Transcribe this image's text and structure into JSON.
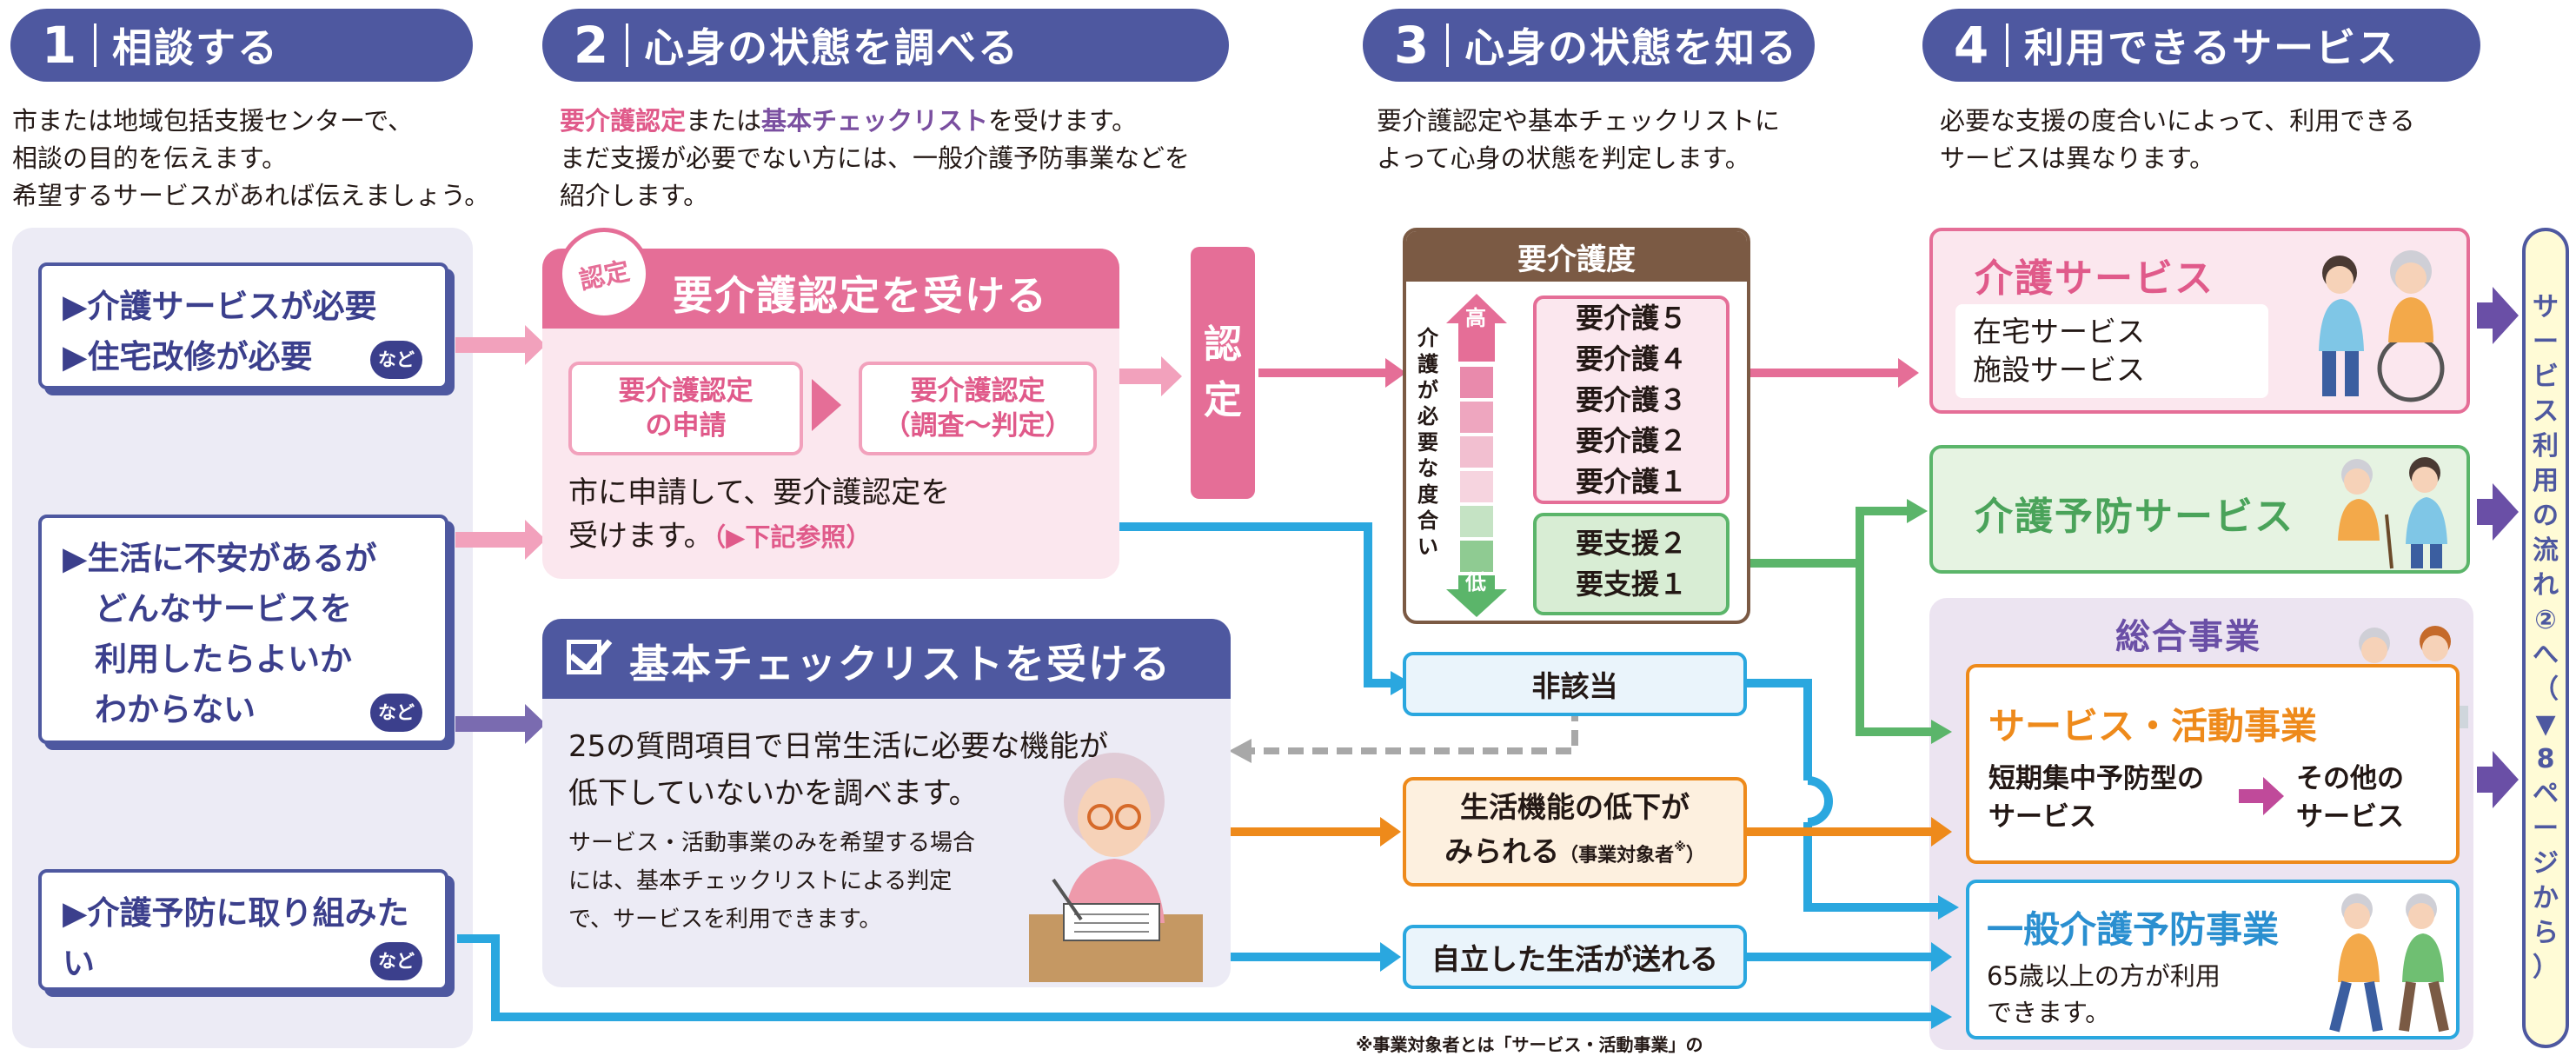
{
  "steps": [
    {
      "num": "1",
      "title": "相談する",
      "desc": [
        "市または地域包括支援センターで、",
        "相談の目的を伝えます。",
        "希望するサービスがあれば伝えましょう。"
      ]
    },
    {
      "num": "2",
      "title": "心身の状態を調べる",
      "desc_line1_a": "要介護認定",
      "desc_line1_b": "または",
      "desc_line1_c": "基本チェックリスト",
      "desc_line1_d": "を受けます。",
      "desc": [
        "まだ支援が必要でない方には、一般介護予防事業などを",
        "紹介します。"
      ]
    },
    {
      "num": "3",
      "title": "心身の状態を知る",
      "desc": [
        "要介護認定や基本チェックリストに",
        "よって心身の状態を判定します。"
      ]
    },
    {
      "num": "4",
      "title": "利用できるサービス",
      "desc": [
        "必要な支援の度合いによって、利用できる",
        "サービスは異なります。"
      ]
    }
  ],
  "needs": {
    "box1": [
      "▶介護サービスが必要",
      "▶住宅改修が必要"
    ],
    "box2": [
      "▶生活に不安があるが",
      "　どんなサービスを",
      "　利用したらよいか",
      "　わからない"
    ],
    "box3": [
      "▶介護予防に取り組みたい"
    ],
    "etc": "など"
  },
  "nintei": {
    "badge": "認定",
    "title": "要介護認定を受ける",
    "step_a": [
      "要介護認定",
      "の申請"
    ],
    "step_b": [
      "要介護認定",
      "（調査～判定）"
    ],
    "text_line1": "市に申請して、要介護認定を",
    "text_line2": "受けます。",
    "ref": "（▶下記参照）"
  },
  "nintei_bar": {
    "chars": [
      "認",
      "定"
    ]
  },
  "checklist": {
    "title": "基本チェックリストを受ける",
    "text": [
      "25の質問項目で日常生活に必要な機能が",
      "低下していないかを調べます。"
    ],
    "note": [
      "サービス・活動事業のみを希望する場合",
      "には、基本チェックリストによる判定",
      "で、サービスを利用できます。"
    ]
  },
  "care_level": {
    "title": "要介護度",
    "scale_high": "高",
    "scale_low": "低",
    "scale_label": [
      "介",
      "護",
      "が",
      "必",
      "要",
      "な",
      "度",
      "合",
      "い"
    ],
    "kaigo": [
      "要介護５",
      "要介護４",
      "要介護３",
      "要介護２",
      "要介護１"
    ],
    "shien": [
      "要支援２",
      "要支援１"
    ]
  },
  "results": {
    "hiten": "非該当",
    "decline_main": "生活機能の低下が",
    "decline_sub_a": "みられる",
    "decline_sub_b": "（事業対象者",
    "decline_mark": "※",
    "decline_close": "）",
    "independent": "自立した生活が送れる"
  },
  "services": {
    "kaigo": {
      "title": "介護サービス",
      "items": [
        "在宅サービス",
        "施設サービス"
      ]
    },
    "yobo": {
      "title": "介護予防サービス"
    },
    "sogo": {
      "title": "総合事業"
    },
    "katsudo": {
      "title": "サービス・活動事業",
      "from": [
        "短期集中予防型の",
        "サービス"
      ],
      "to": [
        "その他の",
        "サービス"
      ]
    },
    "ippan": {
      "title": "一般介護予防事業",
      "text": [
        "65歳以上の方が利用",
        "できます。"
      ]
    }
  },
  "side_tab": {
    "chars": [
      "サ",
      "ー",
      "ビ",
      "ス",
      "利",
      "用",
      "の",
      "流",
      "れ",
      "②",
      "へ",
      "（",
      "▼",
      "8",
      "ペ",
      "ー",
      "ジ",
      "か",
      "ら",
      "）"
    ]
  },
  "footnote": "※事業対象者とは「サービス・活動事業」の",
  "colors": {
    "navy": "#4e58a0",
    "pink": "#e56e97",
    "green": "#5bb56a",
    "blue": "#2aa7df",
    "orange": "#ee8a1b",
    "brown": "#7b5a44"
  }
}
